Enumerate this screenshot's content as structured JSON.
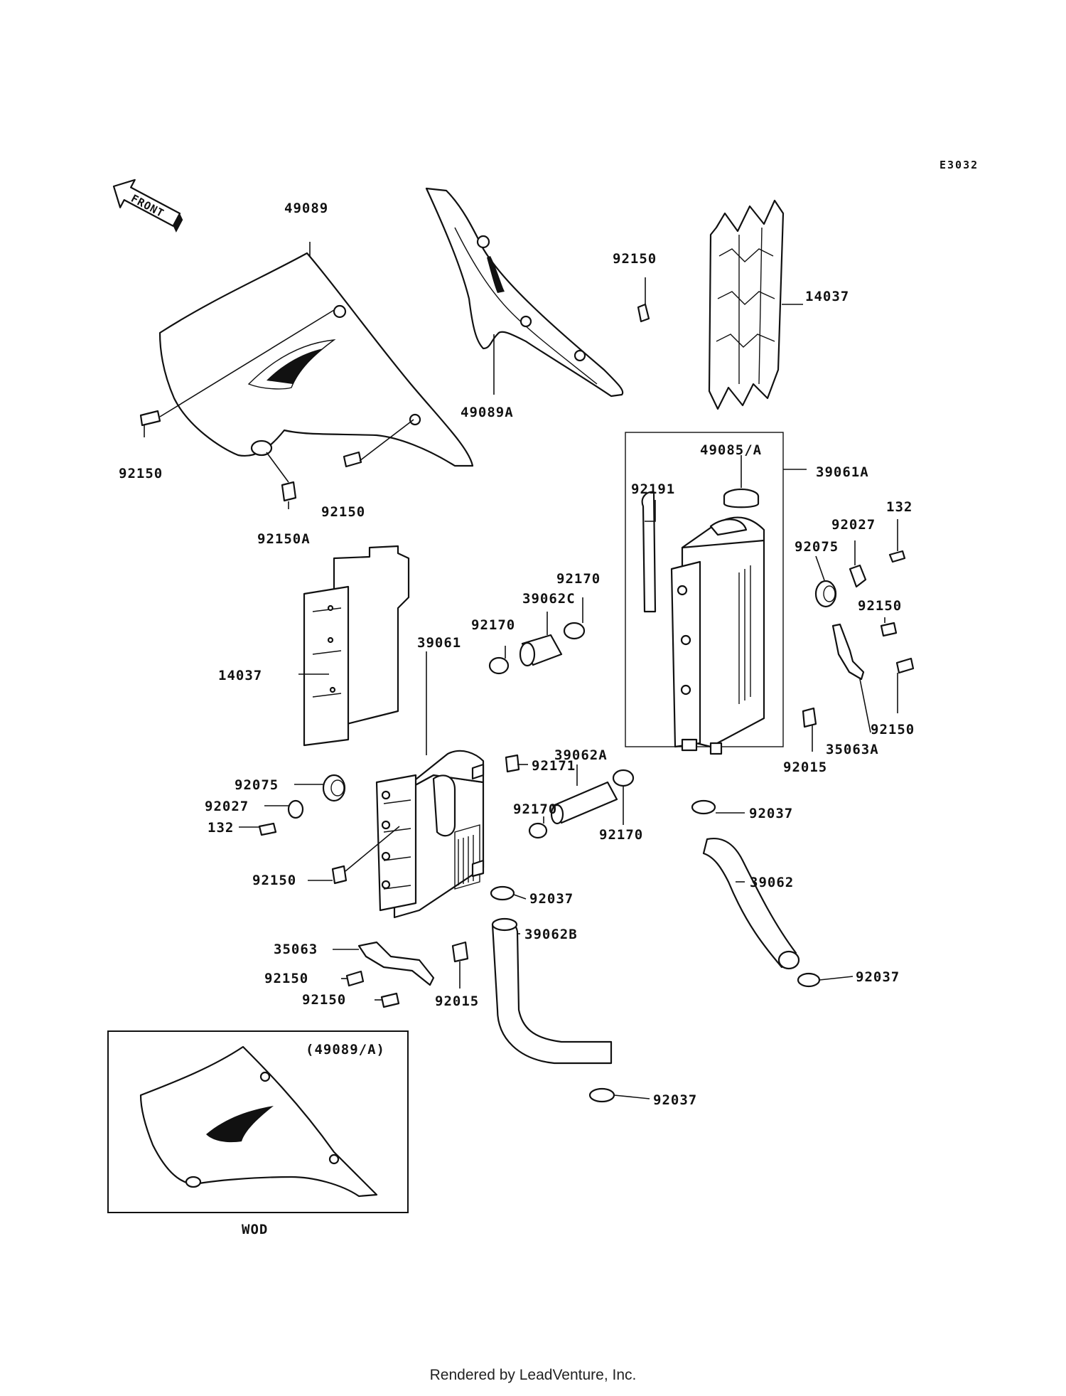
{
  "diagram_id": "E3032",
  "direction_label": "FRONT",
  "inset_label": "(49089/A)",
  "inset_caption": "WOD",
  "footer": "Rendered by LeadVenture, Inc.",
  "callouts": {
    "c49089": "49089",
    "c49089A": "49089A",
    "c92150_a": "92150",
    "c14037_top": "14037",
    "c92150_b": "92150",
    "c92150_c": "92150",
    "c92150A": "92150A",
    "c49085A": "49085/A",
    "c39061A": "39061A",
    "c92191": "92191",
    "c132_r": "132",
    "c92027_r": "92027",
    "c92075_r": "92075",
    "c92170_a": "92170",
    "c39062C": "39062C",
    "c92170_b": "92170",
    "c92150_d": "92150",
    "c39061": "39061",
    "c14037_left": "14037",
    "c92171": "92171",
    "c92150_e": "92150",
    "c35063A": "35063A",
    "c92015_r": "92015",
    "c39062A": "39062A",
    "c92075_l": "92075",
    "c92027_l": "92027",
    "c132_l": "132",
    "c92170_c": "92170",
    "c92170_d": "92170",
    "c92037_a": "92037",
    "c92150_f": "92150",
    "c39062": "39062",
    "c92037_b": "92037",
    "c35063": "35063",
    "c39062B": "39062B",
    "c92150_g": "92150",
    "c92150_h": "92150",
    "c92015_l": "92015",
    "c92037_c": "92037",
    "c92037_d": "92037"
  }
}
